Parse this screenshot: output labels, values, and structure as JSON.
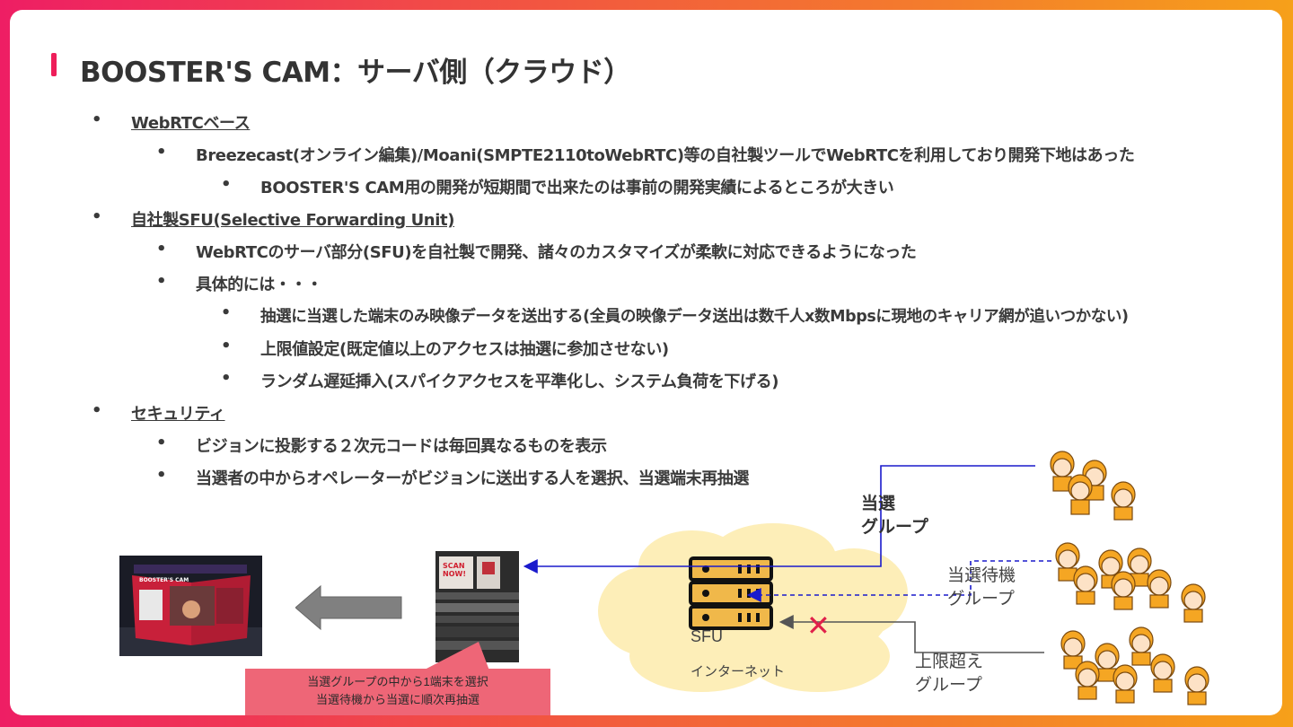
{
  "title": "BOOSTER'S CAM：サーバ側（クラウド）",
  "bullets": {
    "b1": "WebRTCベース",
    "b1_1": "Breezecast(オンライン編集)/Moani(SMPTE2110toWebRTC)等の自社製ツールでWebRTCを利用しており開発下地はあった",
    "b1_1_1": "BOOSTER'S CAM用の開発が短期間で出来たのは事前の開発実績によるところが大きい",
    "b2": "自社製SFU(Selective Forwarding Unit)",
    "b2_1": "WebRTCのサーバ部分(SFU)を自社製で開発、諸々のカスタマイズが柔軟に対応できるようになった",
    "b2_2": "具体的には・・・",
    "b2_2_1": "抽選に当選した端末のみ映像データを送出する(全員の映像データ送出は数千人x数Mbpsに現地のキャリア網が追いつかない)",
    "b2_2_2": "上限値設定(既定値以上のアクセスは抽選に参加させない)",
    "b2_2_3": "ランダム遅延挿入(スパイクアクセスを平準化し、システム負荷を下げる)",
    "b3": "セキュリティ",
    "b3_1": "ビジョンに投影する２次元コードは毎回異なるものを表示",
    "b3_2": "当選者の中からオペレーターがビジョンに送出する人を選択、当選端末再抽選"
  },
  "diagram": {
    "group_won_line1": "当選",
    "group_won_line2": "グループ",
    "group_wait_line1": "当選待機",
    "group_wait_line2": "グループ",
    "group_over_line1": "上限超え",
    "group_over_line2": "グループ",
    "sfu_label": "SFU",
    "internet_label": "インターネット",
    "callout_line1": "当選グループの中から1端末を選択",
    "callout_line2": "当選待機から当選に順次再抽選",
    "screen_text": "BOOSTER'S CAM",
    "scan_text": "SCAN NOW!"
  },
  "colors": {
    "accent": "#ee1e5a",
    "line_blue": "#1a1acc",
    "server_fill": "#f0b84a",
    "cloud_fill": "#fdeeb8",
    "callout_fill": "#ee6677",
    "x_mark": "#e0204a"
  }
}
